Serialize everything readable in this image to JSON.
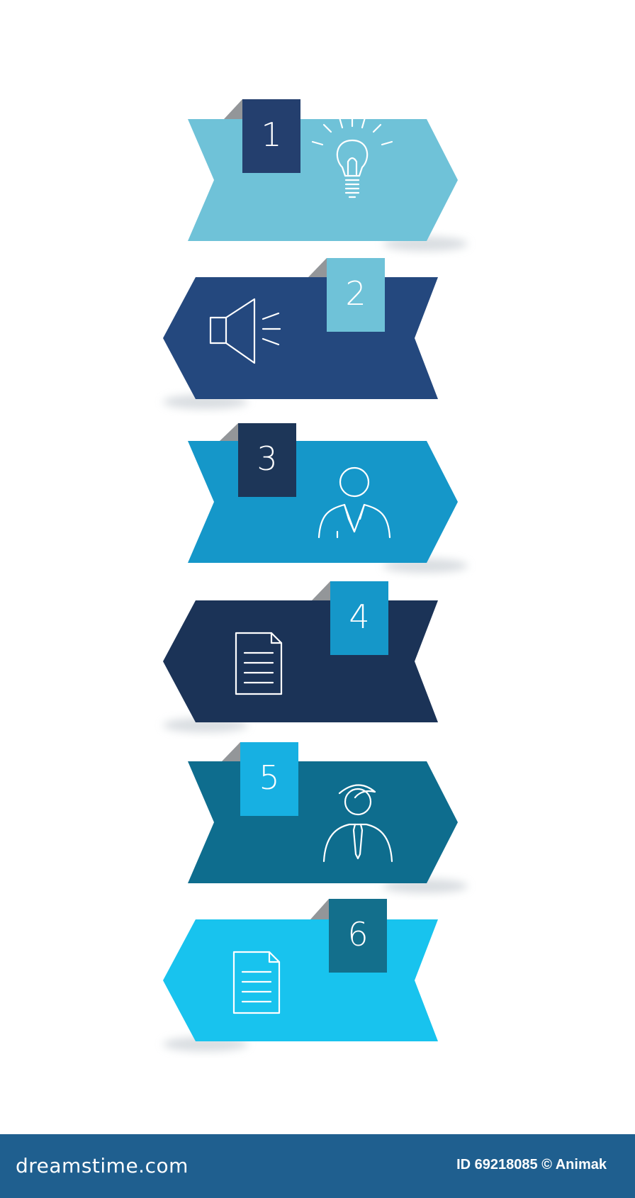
{
  "steps": [
    {
      "number": "1",
      "icon": "lightbulb-icon",
      "direction": "right",
      "arrow_color": "#6fc2d8",
      "tab_color": "#243f6e"
    },
    {
      "number": "2",
      "icon": "megaphone-icon",
      "direction": "left",
      "arrow_color": "#24487e",
      "tab_color": "#6fc2d8"
    },
    {
      "number": "3",
      "icon": "businessman-icon",
      "direction": "right",
      "arrow_color": "#1597c9",
      "tab_color": "#1d3658"
    },
    {
      "number": "4",
      "icon": "document-icon",
      "direction": "left",
      "arrow_color": "#1b3357",
      "tab_color": "#1597c9"
    },
    {
      "number": "5",
      "icon": "person-icon",
      "direction": "right",
      "arrow_color": "#0e6d8e",
      "tab_color": "#17b0e2"
    },
    {
      "number": "6",
      "icon": "document-icon",
      "direction": "left",
      "arrow_color": "#18c3ee",
      "tab_color": "#136f8c"
    }
  ],
  "footer": {
    "logo": "dreamstime.com",
    "credit": "ID 69218085 © Animak"
  },
  "watermark_text": "dreamstime",
  "colors": {
    "footer_bg": "#1f5f8f",
    "shadow": "#cfd4d9",
    "background": "#ffffff"
  }
}
